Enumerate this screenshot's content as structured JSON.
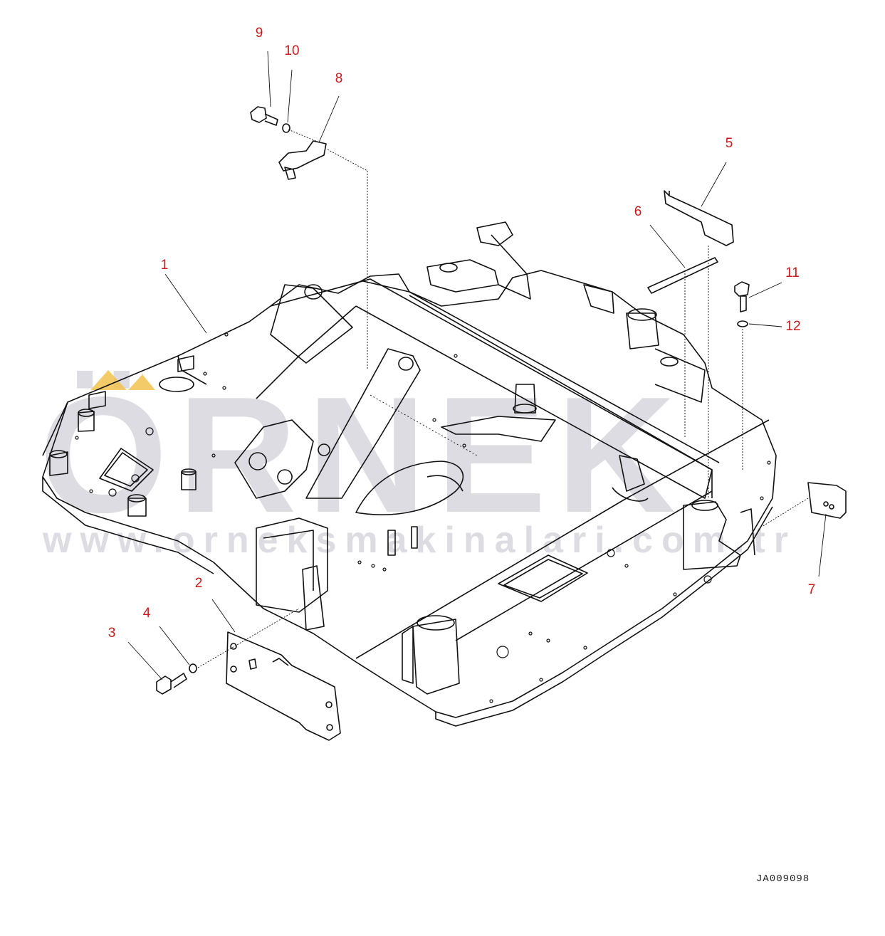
{
  "watermark": {
    "brand": "ÖRNEK",
    "url": "www.orneksmakinalari.com.tr",
    "accent_color": "#f1c24e",
    "text_color": "#d7d7dd"
  },
  "drawing_code": "JA009098",
  "callouts": {
    "c1": "1",
    "c2": "2",
    "c3": "3",
    "c4": "4",
    "c5": "5",
    "c6": "6",
    "c7": "7",
    "c8": "8",
    "c9": "9",
    "c10": "10",
    "c11": "11",
    "c12": "12"
  },
  "colors": {
    "callout": "#cc1a1a",
    "line": "#111111"
  }
}
